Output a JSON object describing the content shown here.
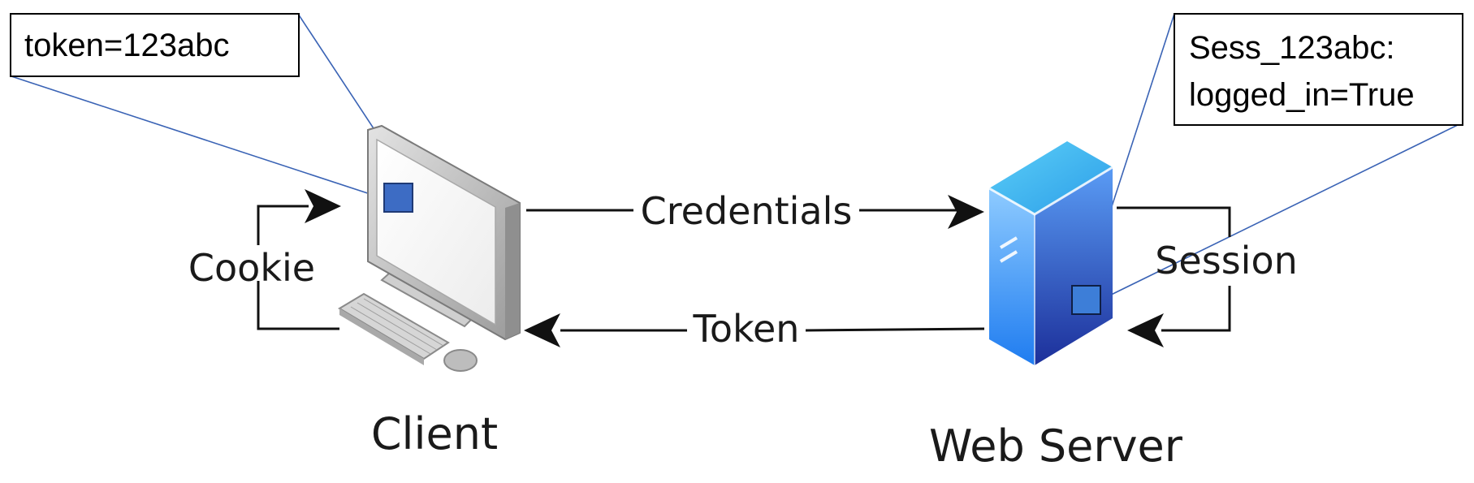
{
  "callouts": {
    "client_token": "token=123abc",
    "server_session_line1": "Sess_123abc:",
    "server_session_line2": "logged_in=True"
  },
  "flows": {
    "credentials": "Credentials",
    "token": "Token",
    "cookie": "Cookie",
    "session": "Session"
  },
  "nodes": {
    "client": "Client",
    "server": "Web Server"
  },
  "colors": {
    "callout_line": "#3a63b5",
    "marker_fill": "#3d6cc4",
    "marker_stroke": "#1f3a75",
    "arrow": "#111111",
    "server_front_top": "#4f90f0",
    "server_front_bottom": "#1d3aa6",
    "server_side": "#6fb3ff",
    "server_top": "#3fb8f5"
  },
  "icons": {
    "client": "desktop-computer-icon",
    "server": "server-tower-icon"
  }
}
